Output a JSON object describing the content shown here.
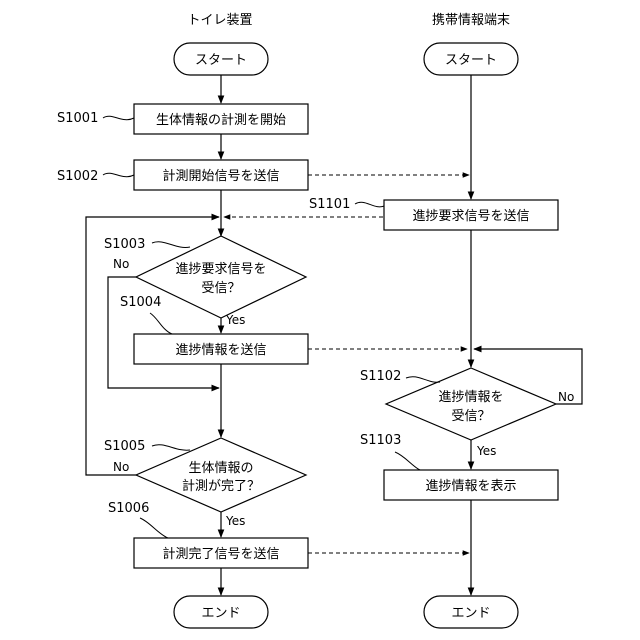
{
  "columns": {
    "toilet": "トイレ装置",
    "terminal": "携帯情報端末"
  },
  "toilet": {
    "start": "スタート",
    "s1001_label": "S1001",
    "s1001": "生体情報の計測を開始",
    "s1002_label": "S1002",
    "s1002": "計測開始信号を送信",
    "s1003_label": "S1003",
    "s1003_line1": "進捗要求信号を",
    "s1003_line2": "受信？",
    "s1003_no": "No",
    "s1003_yes": "Yes",
    "s1004_label": "S1004",
    "s1004": "進捗情報を送信",
    "s1005_label": "S1005",
    "s1005_line1": "生体情報の",
    "s1005_line2": "計測が完了？",
    "s1005_no": "No",
    "s1005_yes": "Yes",
    "s1006_label": "S1006",
    "s1006": "計測完了信号を送信",
    "end": "エンド"
  },
  "terminal": {
    "start": "スタート",
    "s1101_label": "S1101",
    "s1101": "進捗要求信号を送信",
    "s1102_label": "S1102",
    "s1102_line1": "進捗情報を",
    "s1102_line2": "受信？",
    "s1102_no": "No",
    "s1102_yes": "Yes",
    "s1103_label": "S1103",
    "s1103": "進捗情報を表示",
    "end": "エンド"
  }
}
